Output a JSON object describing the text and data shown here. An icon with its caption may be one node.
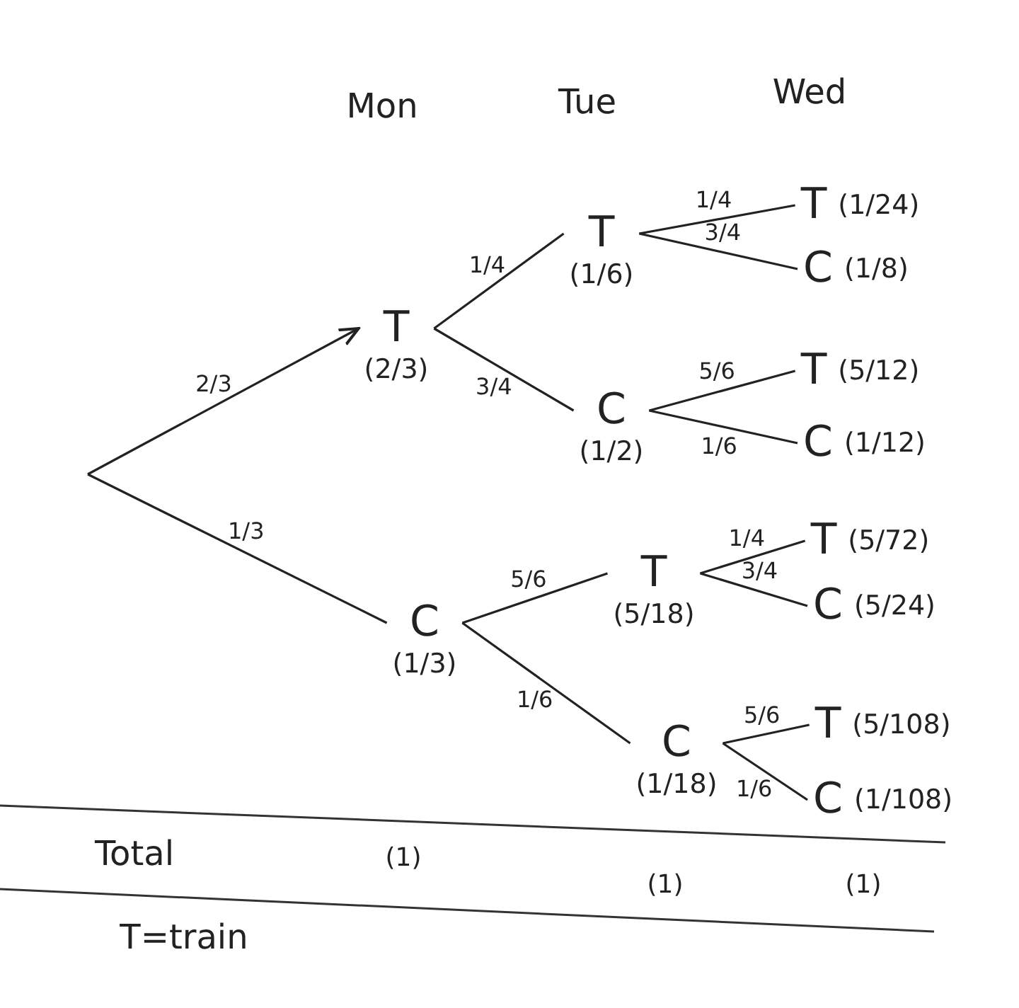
{
  "diagram": {
    "nodes": [
      {
        "text": [
          "T"
        ],
        "beside": [
          "(2/3)"
        ]
      },
      {
        "text": [
          "T"
        ],
        "beside": [
          "(1/6)"
        ]
      },
      {
        "text": [
          "T"
        ],
        "beside": [
          "(1/24)"
        ]
      },
      {
        "text": [
          "C"
        ],
        "beside": [
          "(1/8)"
        ]
      },
      {
        "text": [
          "C"
        ],
        "beside": [
          "(1/2)"
        ]
      },
      {
        "text": [
          "T"
        ],
        "beside": [
          "(5/12)"
        ]
      },
      {
        "text": [
          "C"
        ],
        "beside": [
          "(1/12)"
        ]
      },
      {
        "text": [
          "C"
        ],
        "beside": [
          "(1/3)"
        ]
      },
      {
        "text": [
          "T"
        ],
        "beside": [
          "(5/18)"
        ]
      },
      {
        "text": [
          "T"
        ],
        "beside": [
          "(5/72)"
        ]
      },
      {
        "text": [
          "C"
        ],
        "beside": [
          "(5/24)"
        ]
      },
      {
        "text": [
          "C"
        ],
        "beside": [
          "(1/18)"
        ]
      },
      {
        "text": [
          "T"
        ],
        "beside": [
          "(5/108)"
        ]
      },
      {
        "text": [
          "C"
        ],
        "beside": [
          "(1/108)"
        ]
      }
    ],
    "edges": [
      {
        "from": null,
        "to": 0,
        "arrow": "to",
        "label": "2/3"
      },
      {
        "from": null,
        "to": 7,
        "arrow": "none",
        "label": "1/3"
      },
      {
        "from": 0,
        "to": 1,
        "arrow": "none",
        "label": "1/4"
      },
      {
        "from": 0,
        "to": 4,
        "arrow": "none",
        "label": "3/4"
      },
      {
        "from": 1,
        "to": 2,
        "arrow": "none",
        "label": "1/4"
      },
      {
        "from": 1,
        "to": 3,
        "arrow": "none",
        "label": "3/4"
      },
      {
        "from": 4,
        "to": 5,
        "arrow": "none",
        "label": "5/6"
      },
      {
        "from": 4,
        "to": 6,
        "arrow": "none",
        "label": "1/6"
      },
      {
        "from": 7,
        "to": 8,
        "arrow": "none",
        "label": "5/6"
      },
      {
        "from": 7,
        "to": 11,
        "arrow": "none",
        "label": "1/6"
      },
      {
        "from": 8,
        "to": 9,
        "arrow": "none",
        "label": "1/4"
      },
      {
        "from": 8,
        "to": 10,
        "arrow": "none",
        "label": "3/4"
      },
      {
        "from": 11,
        "to": 12,
        "arrow": "none",
        "label": "5/6"
      },
      {
        "from": 11,
        "to": 13,
        "arrow": "none",
        "label": "1/6"
      }
    ],
    "labels": [
      "Mon",
      "Tue",
      "Wed",
      "Total",
      "(1)",
      "(1)",
      "(1)",
      "T=train"
    ]
  }
}
